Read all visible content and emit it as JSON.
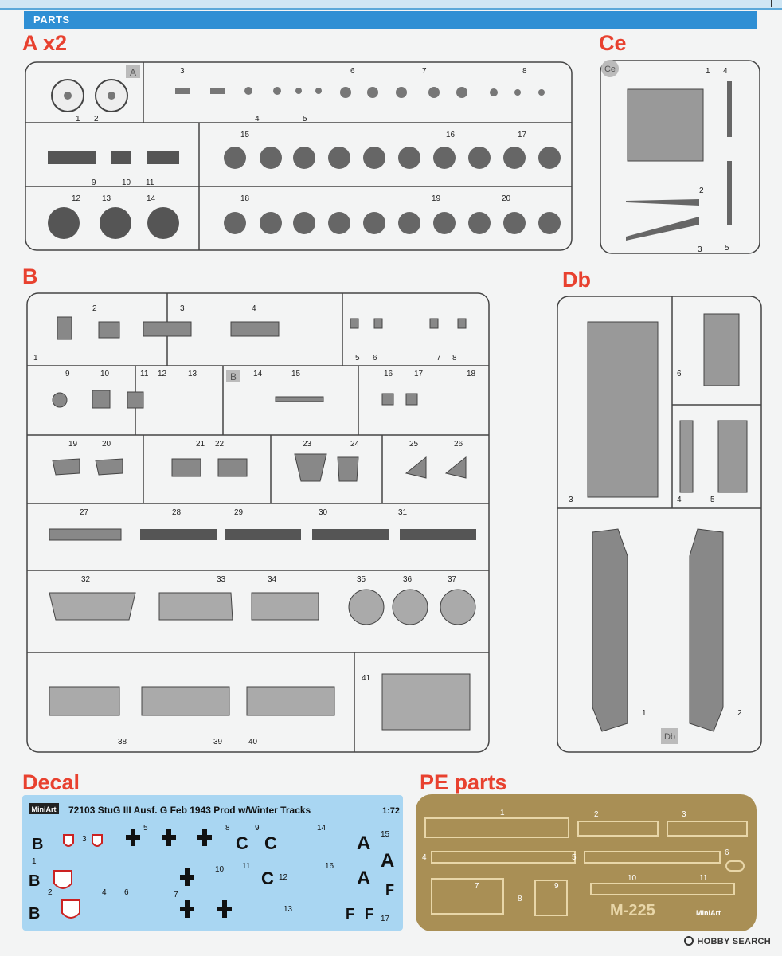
{
  "header": {
    "title": "PARTS"
  },
  "sections": {
    "a": "A x2",
    "ce": "Ce",
    "b": "B",
    "db": "Db",
    "decal": "Decal",
    "pe": "PE parts"
  },
  "sprue_a": {
    "letter": "A",
    "numbers": [
      "1",
      "2",
      "3",
      "4",
      "5",
      "6",
      "7",
      "8",
      "9",
      "10",
      "11",
      "12",
      "13",
      "14",
      "15",
      "16",
      "17",
      "18",
      "19",
      "20"
    ]
  },
  "sprue_ce": {
    "letter": "Ce",
    "numbers": [
      "1",
      "2",
      "3",
      "4",
      "5"
    ]
  },
  "sprue_b": {
    "letter": "B",
    "numbers": [
      "1",
      "2",
      "3",
      "4",
      "5",
      "6",
      "7",
      "8",
      "9",
      "10",
      "11",
      "12",
      "13",
      "14",
      "15",
      "16",
      "17",
      "18",
      "19",
      "20",
      "21",
      "22",
      "23",
      "24",
      "25",
      "26",
      "27",
      "28",
      "29",
      "30",
      "31",
      "32",
      "33",
      "34",
      "35",
      "36",
      "37",
      "38",
      "39",
      "40",
      "41"
    ]
  },
  "sprue_db": {
    "letter": "Db",
    "numbers": [
      "1",
      "2",
      "3",
      "4",
      "5",
      "6"
    ]
  },
  "decal_sheet": {
    "brand": "MiniArt",
    "title": "72103 StuG III Ausf. G  Feb 1943 Prod w/Winter Tracks",
    "scale": "1:72",
    "numbers": [
      "1",
      "2",
      "3",
      "4",
      "5",
      "6",
      "7",
      "8",
      "9",
      "10",
      "11",
      "12",
      "13",
      "14",
      "15",
      "16",
      "17"
    ],
    "letters": {
      "b": "B",
      "a": "A",
      "f": "F",
      "c": "C"
    }
  },
  "pe_fret": {
    "code": "M-225",
    "brand": "MiniArt",
    "numbers": [
      "1",
      "2",
      "3",
      "4",
      "5",
      "6",
      "7",
      "8",
      "9",
      "10",
      "11"
    ]
  },
  "watermark": "HOBBY SEARCH"
}
